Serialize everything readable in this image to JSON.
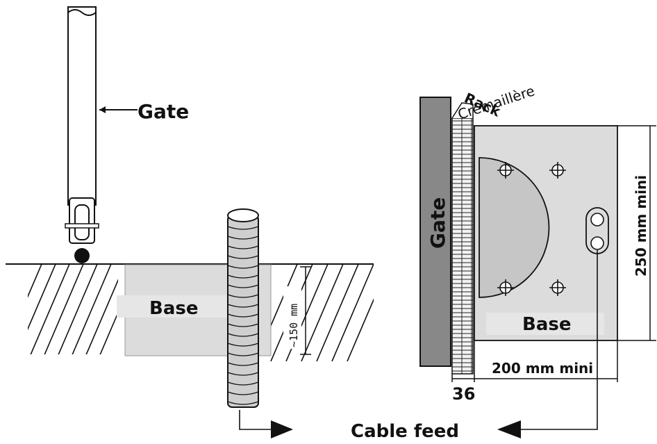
{
  "left_view": {
    "gate_label": "Gate",
    "base_label": "Base",
    "depth_label": "~150 mm"
  },
  "right_view": {
    "rack_label": "Rack",
    "cremaillere_label": "Crémaillère",
    "gate_label": "Gate",
    "base_label": "Base",
    "height_label": "250 mm mini",
    "width_label": "200 mm mini",
    "rack_offset_label": "36"
  },
  "cable_feed_label": "Cable feed",
  "colors": {
    "line": "#111111",
    "base_fill": "#dcdcdc",
    "plate_fill": "#c6c6c6",
    "gate_fill": "#888888",
    "conduit_fill": "#cfcfcf"
  }
}
